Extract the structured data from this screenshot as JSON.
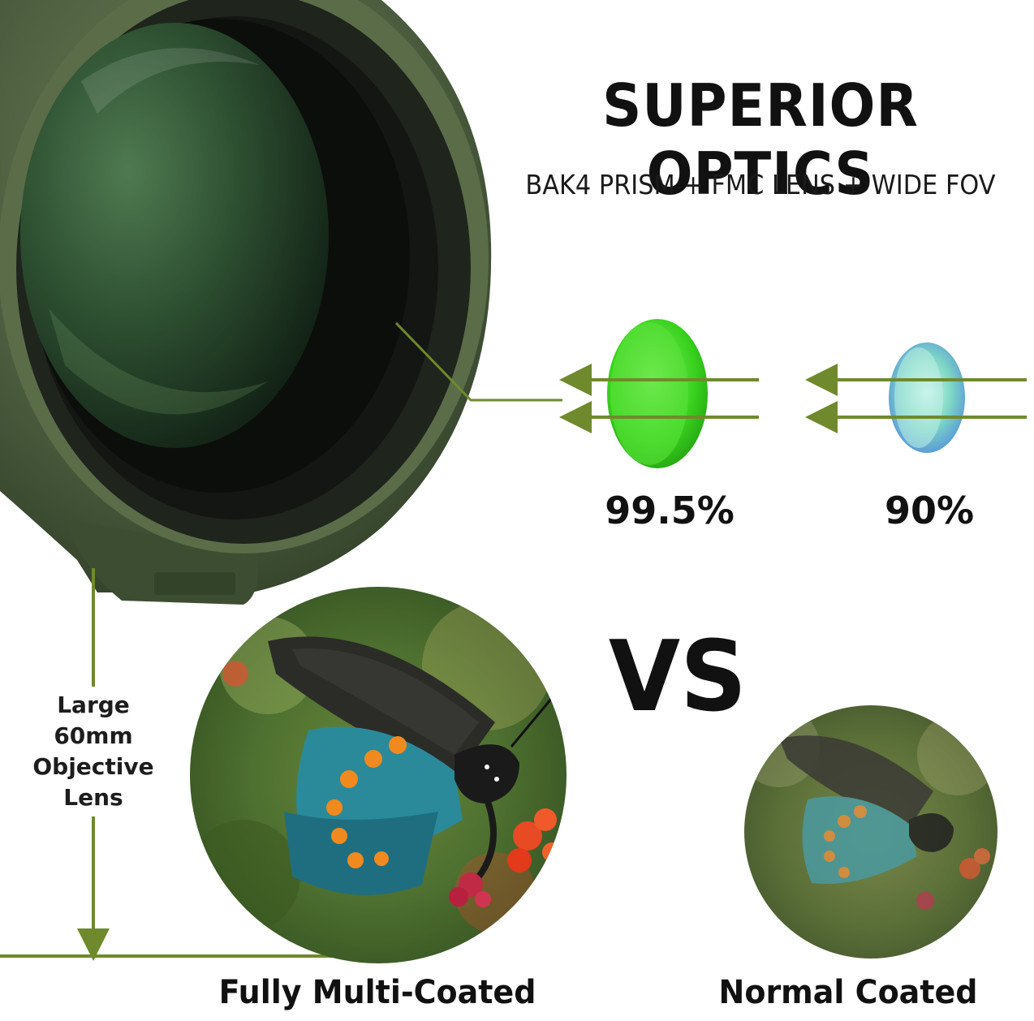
{
  "headline": "SUPERIOR OPTICS",
  "subheadline": "BAK4 PRISM + FMC LENS + WIDE FOV",
  "comparison": {
    "fmc_transmission": "99.5%",
    "normal_transmission": "90%",
    "vs_label": "VS"
  },
  "objective_label": [
    "Large",
    "60mm",
    "Objective",
    "Lens"
  ],
  "captions": {
    "left": "Fully Multi-Coated",
    "right": "Normal Coated"
  },
  "colors": {
    "accent_line": "#6f8a2c",
    "body_green": "#45573a",
    "fmc_lens": "#37d61f",
    "normal_lens": "#7fd6c9"
  }
}
